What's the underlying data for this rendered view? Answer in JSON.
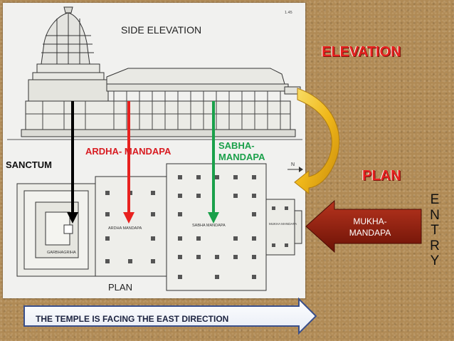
{
  "labels": {
    "side_elevation": "SIDE ELEVATION",
    "plan_caption": "PLAN",
    "sanctum": "SANCTUM",
    "ardha_mandapa": "ARDHA- MANDAPA",
    "sabha_mandapa": "SABHA- MANDAPA",
    "elevation_title": "ELEVATION",
    "plan_title": "PLAN",
    "mukha_mandapa": "MUKHA- MANDAPA",
    "entry_letters": [
      "E",
      "N",
      "T",
      "R",
      "Y"
    ],
    "east_direction": "THE TEMPLE IS FACING THE EAST DIRECTION",
    "page_number": "1.45",
    "north_mark": "N"
  },
  "plan_room_labels": {
    "garbhagriha": "GARBHAGRIHA",
    "ardha": "ARDHA MANDAPA",
    "sabha": "SABHA MANDAPA",
    "mukha": "MUKHA MANDAPA"
  },
  "colors": {
    "background": "#b08a55",
    "ardha_arrow": "#e8211f",
    "sabha_arrow": "#1aa04a",
    "sanctum_arrow": "#000000",
    "title_red": "#e8211f",
    "curve_arrow": "#f0b81a",
    "mukha_arrow": "#8b1a0c"
  }
}
